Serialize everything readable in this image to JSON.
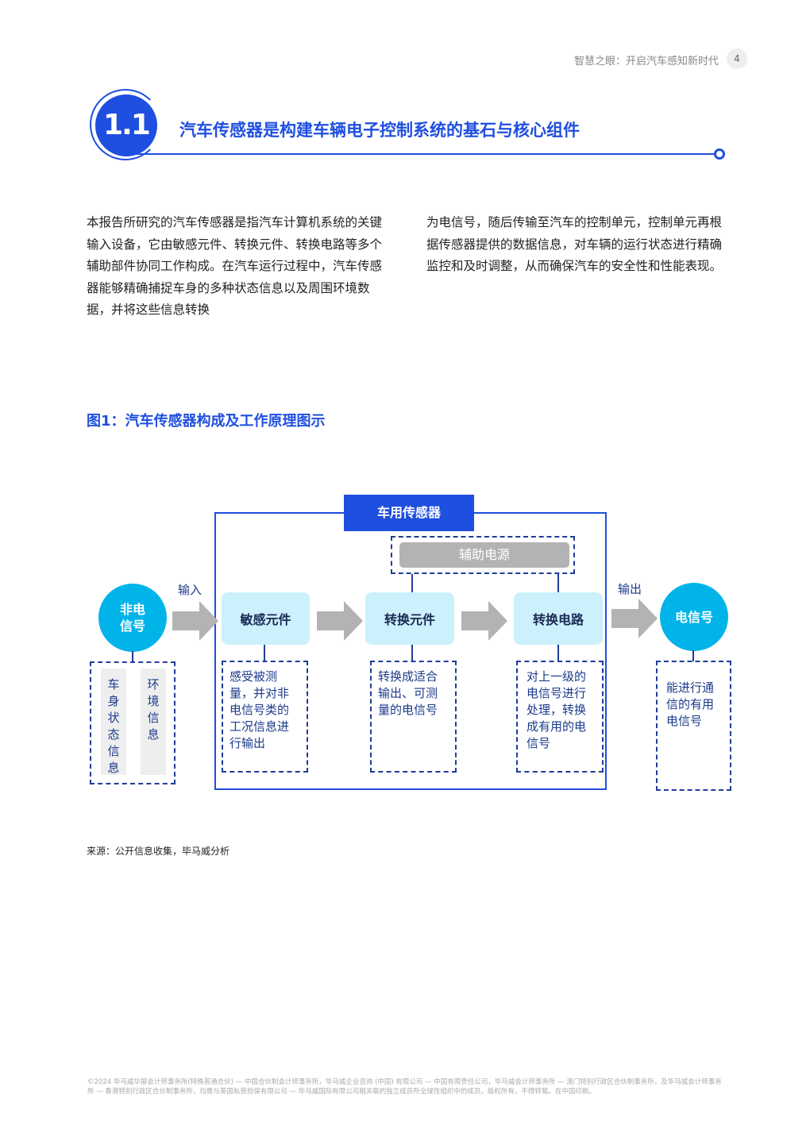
{
  "header": {
    "running_title": "智慧之眼：开启汽车感知新时代",
    "page_number": "4"
  },
  "section": {
    "number": "1.1",
    "title": "汽车传感器是构建车辆电子控制系统的基石与核心组件"
  },
  "body": {
    "col1": "本报告所研究的汽车传感器是指汽车计算机系统的关键输入设备，它由敏感元件、转换元件、转换电路等多个辅助部件协同工作构成。在汽车运行过程中，汽车传感器能够精确捕捉车身的多种状态信息以及周围环境数据，并将这些信息转换",
    "col2": "为电信号，随后传输至汽车的控制单元，控制单元再根据传感器提供的数据信息，对车辆的运行状态进行精确监控和及时调整，从而确保汽车的安全性和性能表现。"
  },
  "figure": {
    "caption": "图1：汽车传感器构成及工作原理图示",
    "frame_title": "车用传感器",
    "power": "辅助电源",
    "input_label": "输入",
    "output_label": "输出",
    "input_node": "非电\n信号",
    "output_node": "电信号",
    "input_items": [
      "车\n身\n状\n态\n信\n息",
      "环\n境\n信\n息"
    ],
    "stages": [
      {
        "name": "敏感元件",
        "desc": "感受被测量，并对非电信号类的工况信息进行输出"
      },
      {
        "name": "转换元件",
        "desc": "转换成适合输出、可测量的电信号"
      },
      {
        "name": "转换电路",
        "desc": "对上一级的电信号进行处理，转换成有用的电信号"
      }
    ],
    "output_desc": "能进行通信的有用电信号"
  },
  "source": "来源：公开信息收集，毕马威分析",
  "footer": "©2024 毕马威华振会计师事务所(特殊普通合伙) — 中国合伙制会计师事务所，毕马威企业咨询 (中国) 有限公司 — 中国有限责任公司，毕马威会计师事务所 — 澳门特别行政区合伙制事务所，及毕马威会计师事务所 — 香港特别行政区合伙制事务所，均是与英国私营担保有限公司 — 毕马威国际有限公司相关联的独立成员所全球性组织中的成员。版权所有，不得转载。在中国印刷。",
  "colors": {
    "primary": "#1f4fe0",
    "cyan": "#00b4ea",
    "light": "#ccf0fc"
  }
}
